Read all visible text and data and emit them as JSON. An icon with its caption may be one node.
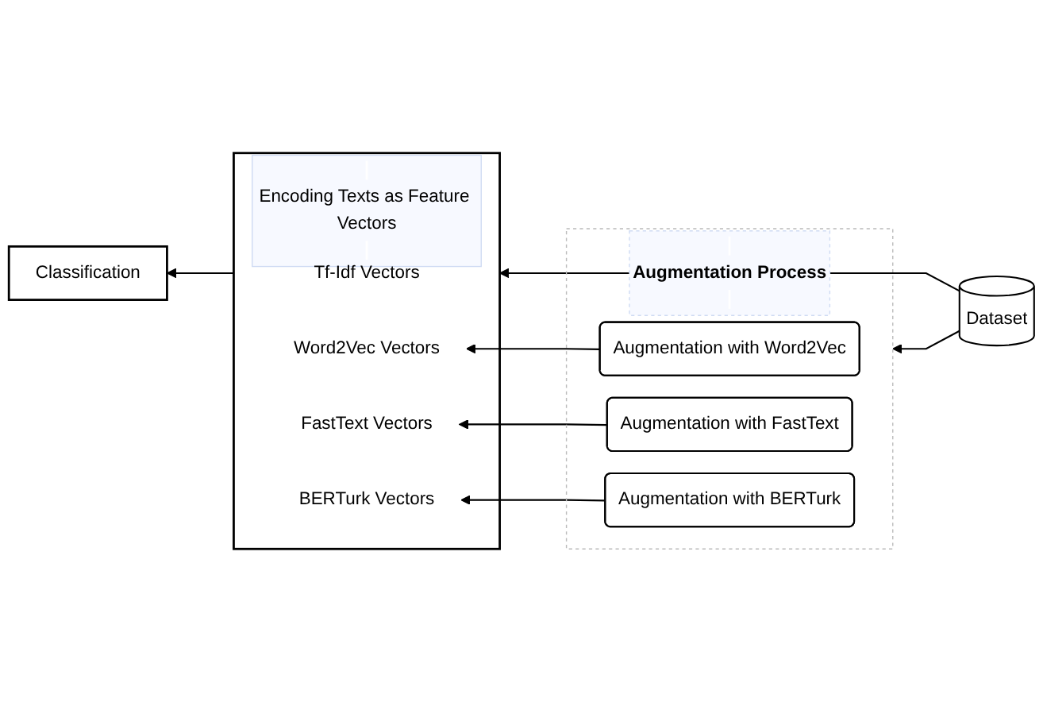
{
  "diagram": {
    "nodes": [
      {
        "text": [
          "Dataset"
        ]
      },
      {
        "text": [
          "Encoding Texts as Feature Vectors"
        ]
      },
      {
        "text": [
          "Tf-Idf Vectors"
        ],
        "in": 1
      },
      {
        "text": [
          "Word2Vec Vectors"
        ],
        "in": 1
      },
      {
        "text": [
          "FastText Vectors"
        ],
        "in": 1
      },
      {
        "text": [
          "BERTurk Vectors"
        ],
        "in": 1
      },
      {
        "text": [
          "Augmentation Process"
        ]
      },
      {
        "text": [
          "Augmentation with Word2Vec"
        ],
        "in": 6
      },
      {
        "text": [
          "Augmentation with FastText"
        ],
        "in": 6
      },
      {
        "text": [
          "Augmentation with BERTurk"
        ],
        "in": 6
      },
      {
        "text": [
          "Classification"
        ]
      }
    ],
    "edges": [
      {
        "from": 0,
        "to": 1,
        "arrow": "to"
      },
      {
        "from": 0,
        "to": 6,
        "arrow": "to"
      },
      {
        "from": 7,
        "to": 3,
        "arrow": "to"
      },
      {
        "from": 8,
        "to": 4,
        "arrow": "to"
      },
      {
        "from": 9,
        "to": 5,
        "arrow": "to"
      },
      {
        "from": 1,
        "to": 10,
        "arrow": "to"
      }
    ]
  }
}
